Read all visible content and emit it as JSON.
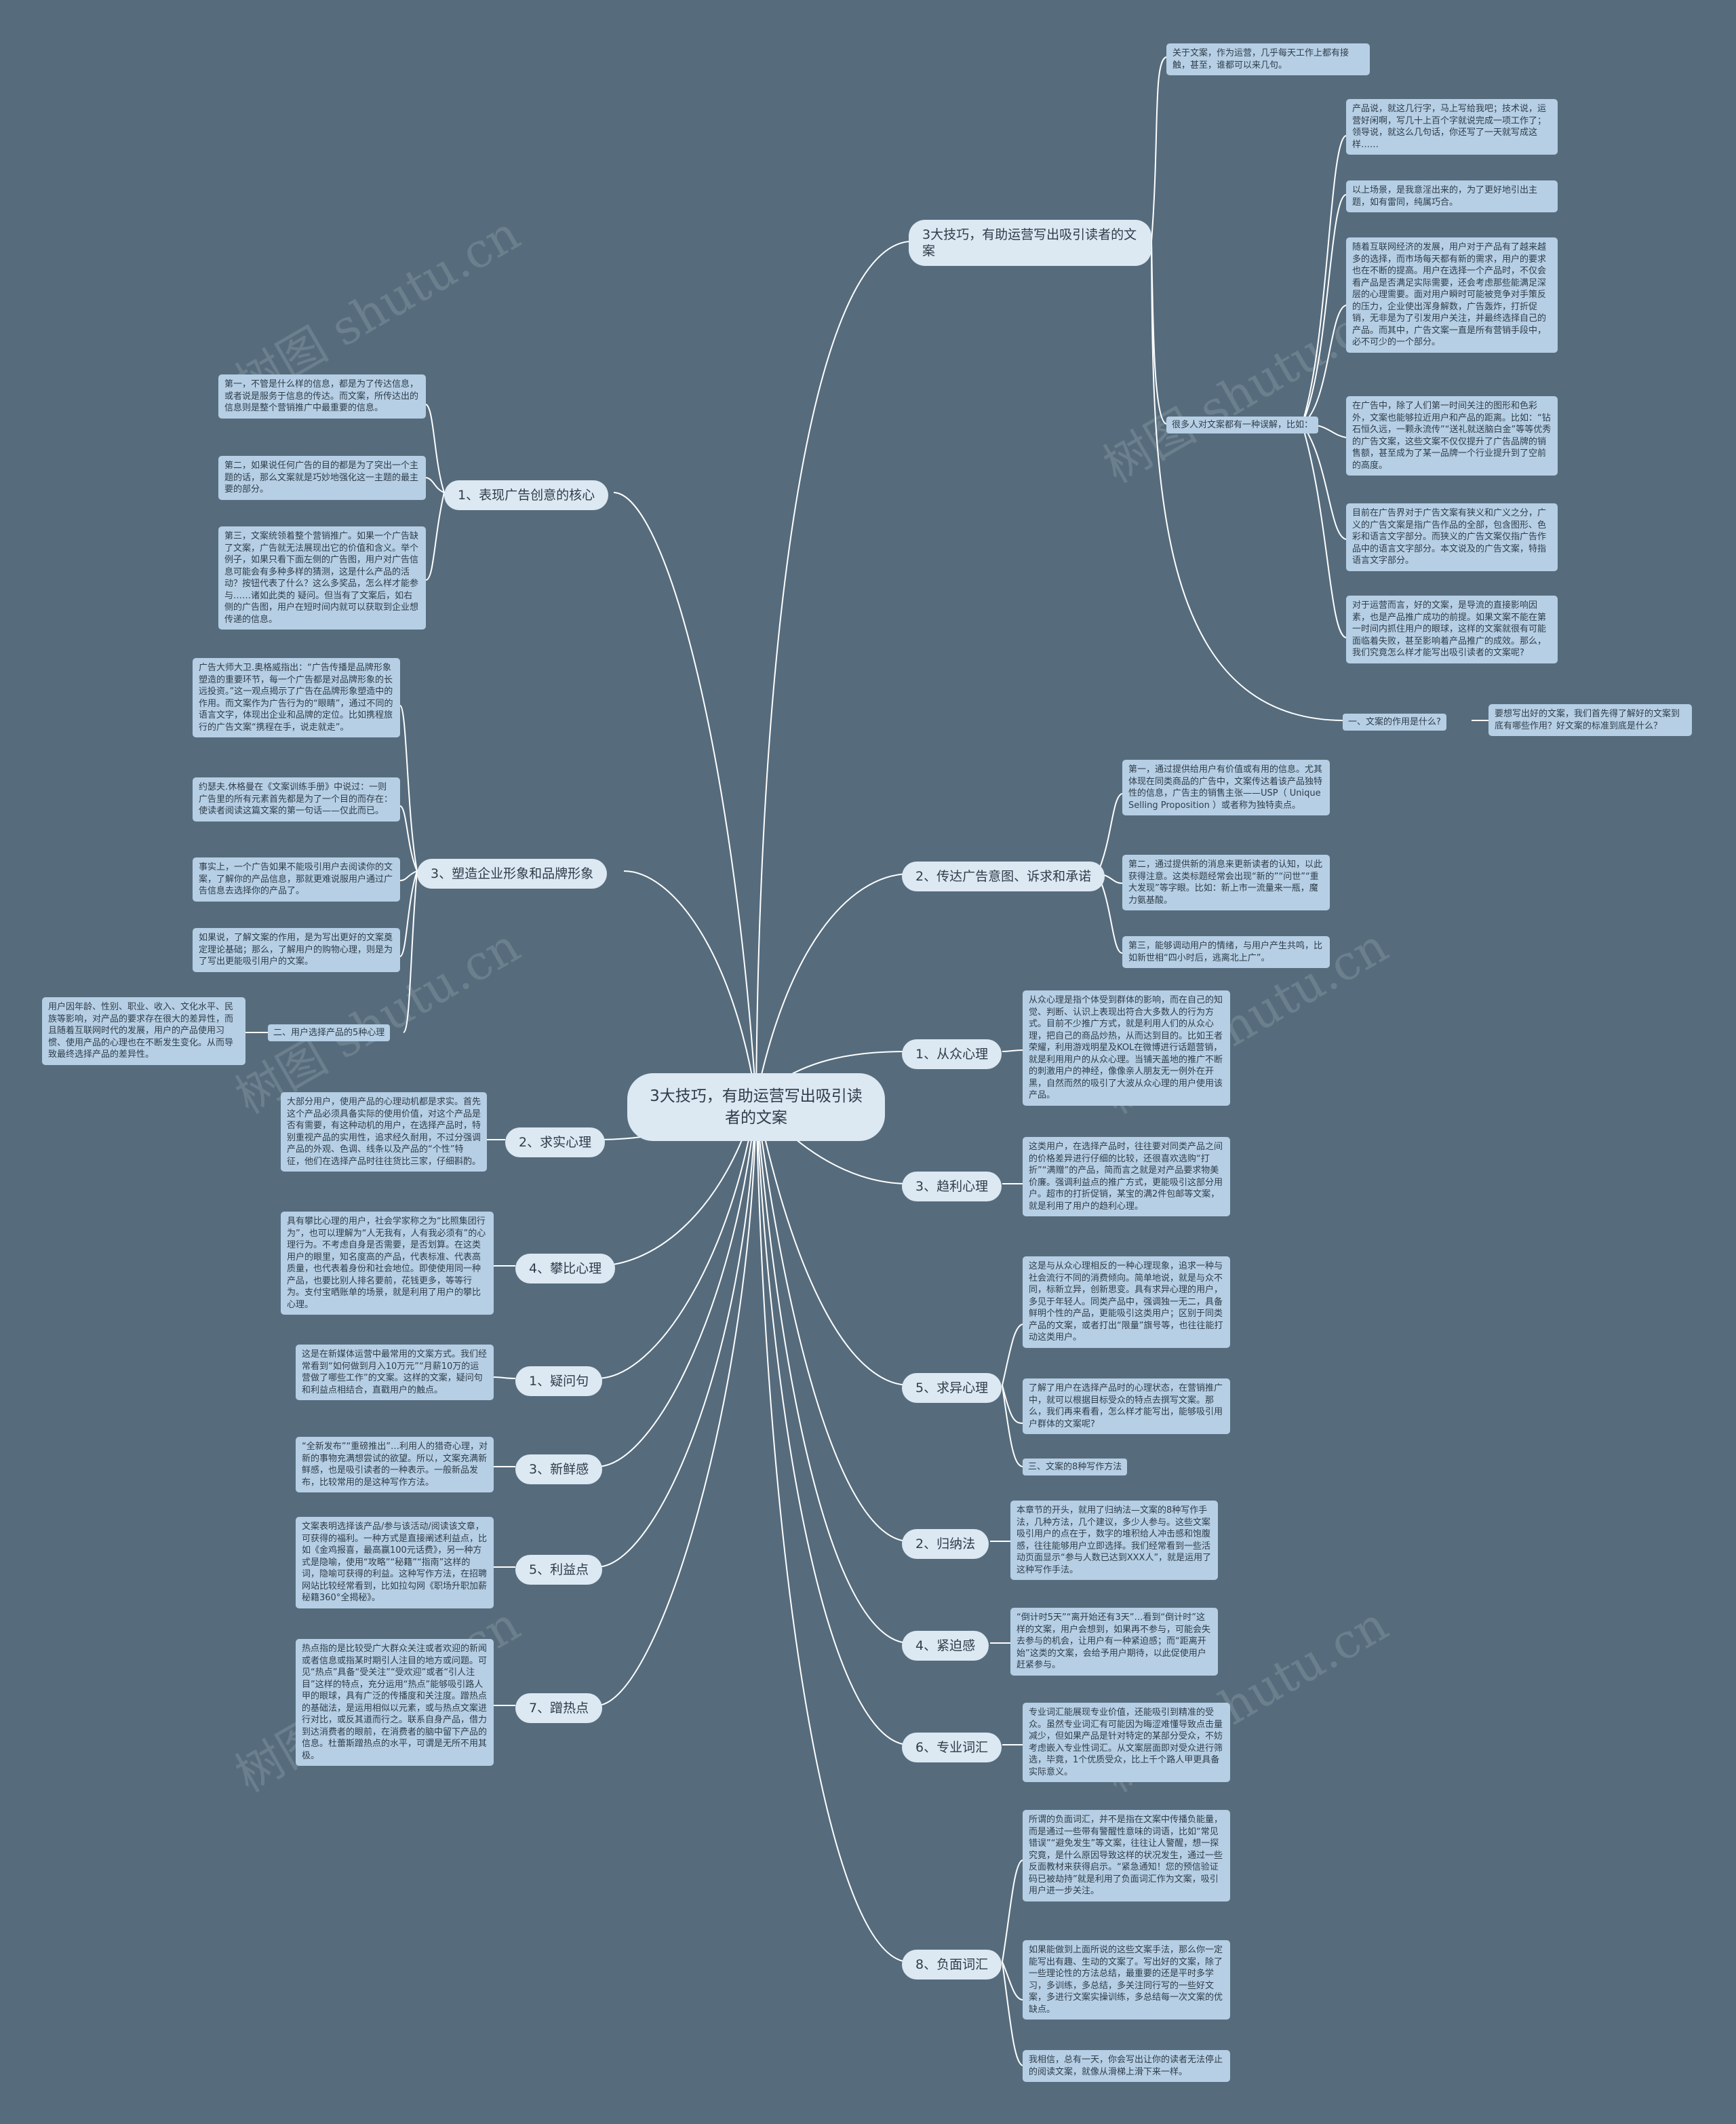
{
  "root": {
    "title": "3大技巧，有助运营写出吸引读者的文案"
  },
  "watermark": "树图 shutu.cn",
  "branches": {
    "r1": {
      "label": "3大技巧，有助运营写出吸引读者的文案"
    },
    "r2": {
      "label": "2、传达广告意图、诉求和承诺"
    },
    "r3": {
      "label": "1、从众心理"
    },
    "r4": {
      "label": "3、趋利心理"
    },
    "r5": {
      "label": "5、求异心理"
    },
    "r6": {
      "label": "2、归纳法"
    },
    "r7": {
      "label": "4、紧迫感"
    },
    "r8": {
      "label": "6、专业词汇"
    },
    "r9": {
      "label": "8、负面词汇"
    },
    "l1": {
      "label": "1、表现广告创意的核心"
    },
    "l2": {
      "label": "3、塑造企业形象和品牌形象"
    },
    "l3": {
      "label": "2、求实心理"
    },
    "l4": {
      "label": "4、攀比心理"
    },
    "l5": {
      "label": "1、疑问句"
    },
    "l6": {
      "label": "3、新鲜感"
    },
    "l7": {
      "label": "5、利益点"
    },
    "l8": {
      "label": "7、蹭热点"
    }
  },
  "subs": {
    "many": "很多人对文案都有一种误解，比如：",
    "role": "一、文案的作用是什么?",
    "role_note": "要想写出好的文案，我们首先得了解好的文案到底有哪些作用？好文案的标准到底是什么？",
    "users5": "二、用户选择产品的5种心理",
    "methods8": "三、文案的8种写作方法"
  },
  "leaves": {
    "r1_a": "关于文案，作为运营，几乎每天工作上都有接触，甚至，谁都可以来几句。",
    "r1_b": "产品说，就这几行字，马上写给我吧；技术说，运营好闲啊，写几十上百个字就说完成一项工作了；领导说，就这么几句话，你还写了一天就写成这样……",
    "r1_c": "以上场景，是我意淫出来的，为了更好地引出主题，如有雷同，纯属巧合。",
    "r1_d": "随着互联网经济的发展，用户对于产品有了越来越多的选择，而市场每天都有新的需求，用户的要求也在不断的提高。用户在选择一个产品时，不仅会看产品是否满足实际需要，还会考虑那些能满足深层的心理需要。面对用户瞬时可能被竞争对手策反的压力，企业使出浑身解数，广告轰炸，打折促销，无非是为了引发用户关注，并最终选择自己的产品。而其中，广告文案一直是所有营销手段中，必不可少的一个部分。",
    "r1_e": "在广告中，除了人们第一时间关注的图形和色彩外，文案也能够拉近用户和产品的距离。比如：“钻石恒久远，一颗永流传”“送礼就送脑白金”等等优秀的广告文案，这些文案不仅仅提升了广告品牌的销售额，甚至成为了某一品牌一个行业提升到了空前的高度。",
    "r1_f": "目前在广告界对于广告文案有狭义和广义之分，广义的广告文案是指广告作品的全部，包含图形、色彩和语言文字部分。而狭义的广告文案仅指广告作品中的语言文字部分。本文说及的广告文案，特指语言文字部分。",
    "r1_g": "对于运营而言，好的文案，是导流的直接影响因素，也是产品推广成功的前提。如果文案不能在第一时间内抓住用户的眼球，这样的文案就很有可能面临着失败，甚至影响着产品推广的成效。那么，我们究竟怎么样才能写出吸引读者的文案呢?",
    "r2_a": "第一，通过提供给用户有价值或有用的信息。尤其体现在同类商品的广告中，文案传达着该产品独特性的信息，广告主的销售主张——USP（ Unique Selling Proposition ）或者称为独特卖点。",
    "r2_b": "第二，通过提供新的消息来更新读者的认知，以此获得注意。这类标题经常会出现“新的”“问世”“重大发现”等字眼。比如：新上市一流量来一瓶，魔力氨基酸。",
    "r2_c": "第三，能够调动用户的情绪，与用户产生共鸣，比如新世相“四小时后，逃离北上广”。",
    "r3_a": "从众心理是指个体受到群体的影响，而在自己的知觉、判断、认识上表现出符合大多数人的行为方式。目前不少推广方式，就是利用人们的从众心理，把自己的商品炒热，从而达到目的。比如王者荣耀，利用游戏明星及KOL在微博进行话题营销，就是利用用户的从众心理。当铺天盖地的推广不断的刺激用户的神经，像像亲人朋友无一例外在开黑，自然而然的吸引了大波从众心理的用户使用该产品。",
    "r4_a": "这类用户，在选择产品时，往往要对同类产品之间的价格差异进行仔细的比较，还很喜欢选购“打折”“满赠”的产品，简而言之就是对产品要求物美价廉。强调利益点的推广方式，更能吸引这部分用户。超市的打折促销，某宝的满2件包邮等文案，就是利用了用户的趋利心理。",
    "r5_a": "这是与从众心理相反的一种心理现象，追求一种与社会流行不同的消费倾向。简单地说，就是与众不同，标新立异，创新思变。具有求异心理的用户，多见于年轻人。同类产品中，强调独一无二，具备鲜明个性的产品，更能吸引这类用户；区别于同类产品的文案，或者打出“限量”旗号等，也往往能打动这类用户。",
    "r5_b": "了解了用户在选择产品时的心理状态，在营销推广中，就可以根据目标受众的特点去撰写文案。那么，我们再来看看，怎么样才能写出，能够吸引用户群体的文案呢?",
    "r6_a": "本章节的开头，就用了归纳法—文案的8种写作手法，几种方法，几个建议，多少人参与。这些文案吸引用户的点在于，数字的堆积给人冲击感和饱腹感，往往能够用户立即选择。我们经常看到一些活动页面显示“参与人数已达到XXX人”，就是运用了这种写作手法。",
    "r7_a": "“倒计时5天”“离开始还有3天”…看到“倒计时”这样的文案，用户会想到，如果再不参与，可能会失去参与的机会，让用户有一种紧迫感；而“距离开始”这类的文案，会给予用户期待，以此促使用户赶紧参与。",
    "r8_a": "专业词汇能展现专业价值，还能吸引到精准的受众。虽然专业词汇有可能因为晦涩难懂导致点击量减少，但如果产品是针对特定的某部分受众，不妨考虑嵌入专业性词汇。从文案层面即对受众进行筛选，毕竟，1个优质受众，比上千个路人甲更具备实际意义。",
    "r9_a": "所谓的负面词汇，并不是指在文案中传播负能量，而是通过一些带有警醒性意味的词语，比如“常见错误”“避免发生”等文案，往往让人警醒，想一探究竟，是什么原因导致这样的状况发生，通过一些反面教材来获得启示。“紧急通知！您的预信验证码已被劫持”就是利用了负面词汇作为文案，吸引用户进一步关注。",
    "r9_b": "如果能做到上面所说的这些文案手法，那么你一定能写出有趣、生动的文案了。写出好的文案，除了一些理论性的方法总结，最重要的还是平时多学习，多训练，多总结，多关注同行写的一些好文案，多进行文案实操训练，多总结每一次文案的优缺点。",
    "r9_c": "我相信，总有一天，你会写出让你的读者无法停止的阅读文案，就像从滑梯上滑下来一样。",
    "l1_a": "第一，不管是什么样的信息，都是为了传达信息，或者说是服务于信息的传达。而文案，所传达出的信息则是整个营销推广中最重要的信息。",
    "l1_b": "第二，如果说任何广告的目的都是为了突出一个主题的话，那么文案就是巧妙地强化这一主题的最主要的部分。",
    "l1_c": "第三，文案统领着整个营销推广。如果一个广告缺了文案，广告就无法展现出它的价值和含义。举个例子，如果只看下面左侧的广告图，用户对广告信息可能会有多种多样的猜测，这是什么产品的活动？按钮代表了什么？这么多奖品，怎么样才能参与……诸如此类的 疑问。但当有了文案后，如右侧的广告图，用户在短时间内就可以获取到企业想传递的信息。",
    "l2_a": "广告大师大卫.奥格威指出：“广告传播是品牌形象塑造的重要环节，每一个广告都是对品牌形象的长远投资。”这一观点揭示了广告在品牌形象塑造中的作用。而文案作为广告行为的“眼睛”，通过不同的语言文字，体现出企业和品牌的定位。比如携程旅行的广告文案“携程在手，说走就走”。",
    "l2_b": "约瑟夫.休格曼在《文案训练手册》中说过：一则广告里的所有元素首先都是为了一个目的而存在：使读者阅读这篇文案的第一句话——仅此而已。",
    "l2_c": "事实上，一个广告如果不能吸引用户去阅读你的文案，了解你的产品信息，那就更难说服用户通过广告信息去选择你的产品了。",
    "l2_d": "如果说，了解文案的作用，是为写出更好的文案奠定理论基础；那么，了解用户的购物心理，则是为了写出更能吸引用户的文案。",
    "l2_e": "用户因年龄、性别、职业、收入、文化水平、民族等影响，对产品的要求存在很大的差异性，而且随着互联网时代的发展，用户的产品使用习惯、使用产品的心理也在不断发生变化。从而导致最终选择产品的差异性。",
    "l3_a": "大部分用户，使用产品的心理动机都是求实。首先这个产品必须具备实际的使用价值，对这个产品是否有需要，有这种动机的用户，在选择产品时，特别重视产品的实用性，追求经久耐用，不过分强调产品的外观、色调、线条以及产品的“个性”特征，他们在选择产品时往往货比三家，仔细斟酌。",
    "l4_a": "具有攀比心理的用户，社会学家称之为“比照集团行为”，也可以理解为“人无我有，人有我必须有”的心理行为。不考虑自身是否需要，是否划算。在这类用户的眼里，知名度高的产品，代表标准、代表高质量，也代表着身份和社会地位。即使使用同一种产品，也要比别人排名要前，花钱更多，等等行为。支付宝晒账单的场景，就是利用了用户的攀比心理。",
    "l5_a": "这是在新媒体运营中最常用的文案方式。我们经常看到“如何做到月入10万元”“月薪10万的运营做了哪些工作”的文案。这样的文案，疑问句和利益点相结合，直戳用户的触点。",
    "l6_a": "“全新发布”“重磅推出”…利用人的猎奇心理，对新的事物充满想尝试的欲望。所以，文案充满新鲜感，也是吸引读者的一种表示。一般新品发布，比较常用的是这种写作方法。",
    "l7_a": "文案表明选择该产品/参与该活动/阅读该文章，可获得的福利。一种方式是直接阐述利益点，比如《金鸡报喜，最高赢100元话费》，另一种方式是隐喻，使用“攻略”“秘籍”“指南”这样的词，隐喻可获得的利益。这种写作方法，在招聘网站比较经常看到，比如拉勾网《职场升职加薪秘籍360°全揭秘》。",
    "l8_a": "热点指的是比较受广大群众关注或者欢迎的新闻或者信息或指某时期引人注目的地方或问题。可见“热点”具备“受关注”“受欢迎”或者“引人注目”这样的特点，充分运用“热点”能够吸引路人甲的眼球，具有广泛的传播度和关注度。蹭热点的基础法，是运用相似以元素，或与热点文案进行对比，或反其道而行之。联系自身产品，借力到达消费者的眼前，在消费者的脑中留下产品的信息。杜蕾斯蹭热点的水平，可谓是无所不用其极。"
  }
}
